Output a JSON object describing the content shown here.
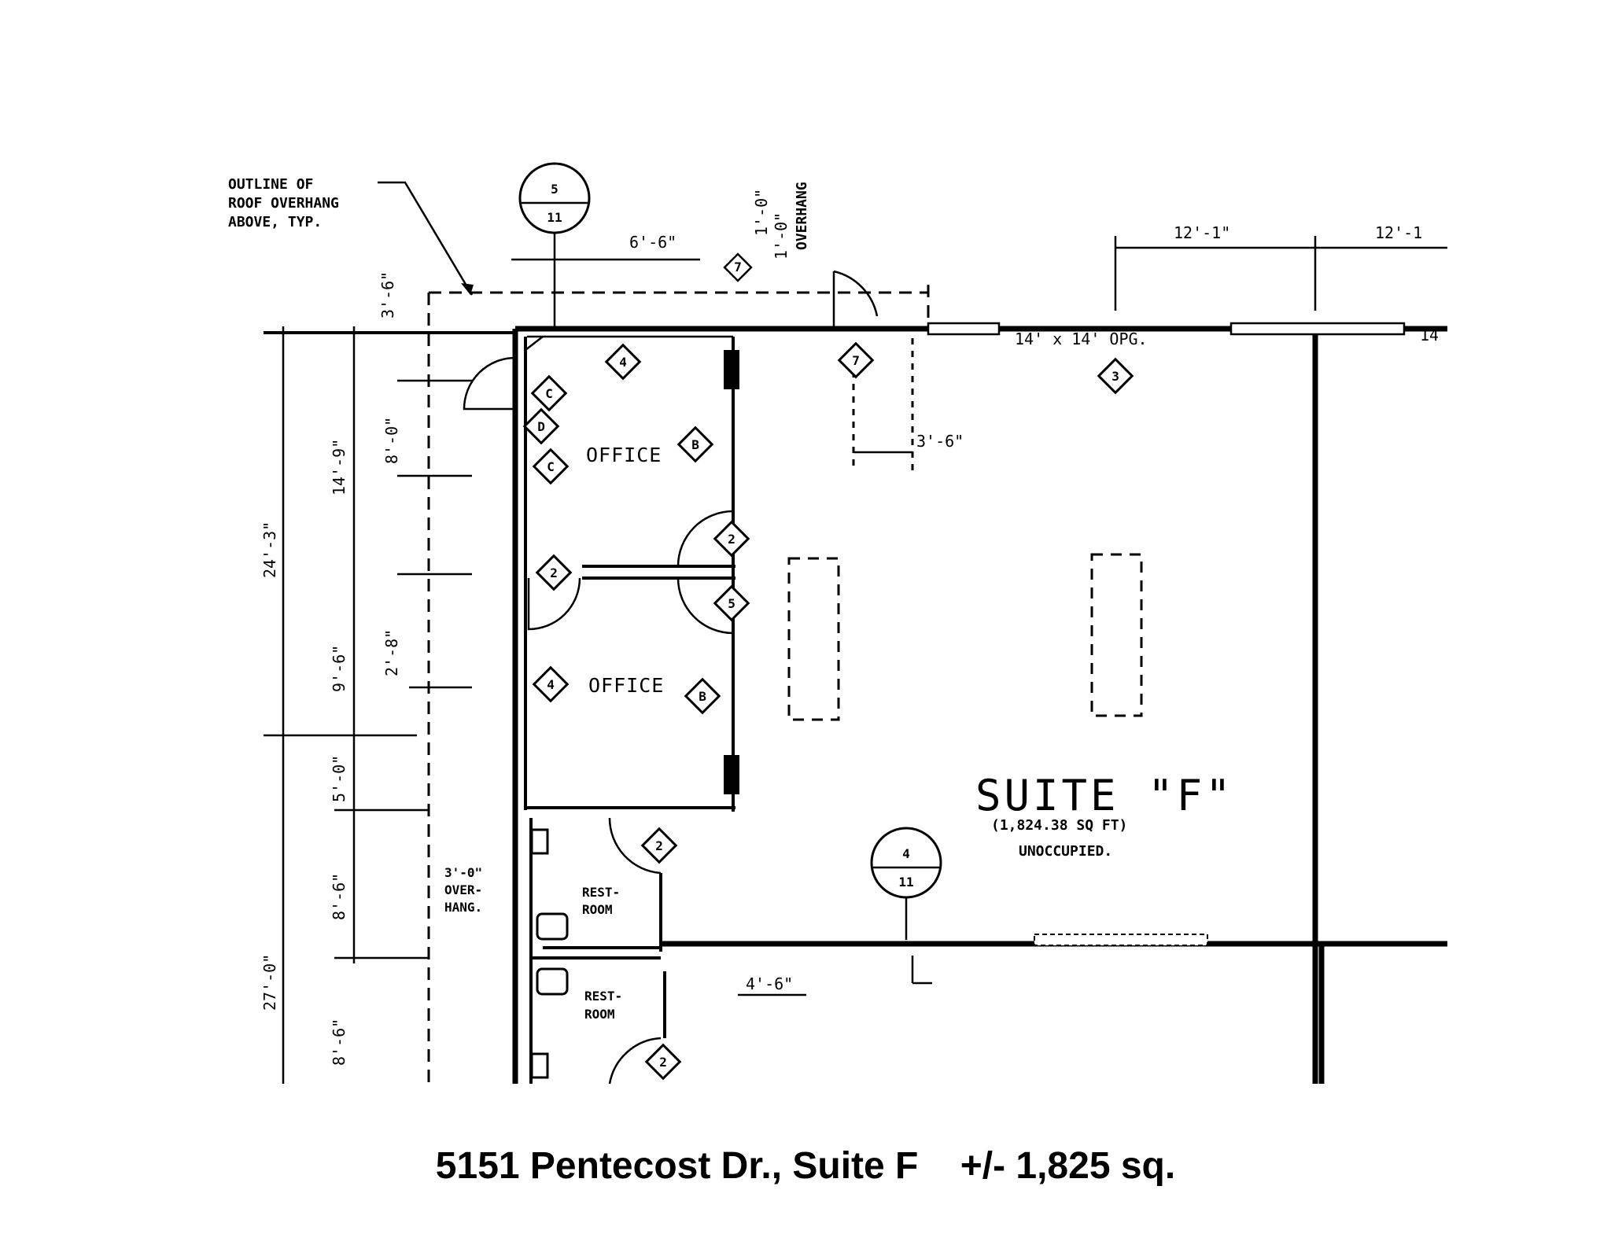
{
  "notes": {
    "roof_outline_1": "OUTLINE OF",
    "roof_outline_2": "ROOF OVERHANG",
    "roof_outline_3": "ABOVE, TYP.",
    "overhang_top": "OVERHANG",
    "overhang_side_1": "3'-0\"",
    "overhang_side_2": "OVER-",
    "overhang_side_3": "HANG.",
    "opening": "14' x 14' OPG.",
    "opening_cut": "14"
  },
  "rooms": {
    "office_1": "OFFICE",
    "office_2": "OFFICE",
    "restroom_1a": "REST-",
    "restroom_1b": "ROOM",
    "restroom_2a": "REST-",
    "restroom_2b": "ROOM"
  },
  "suite": {
    "name": "SUITE \"F\"",
    "area": "(1,824.38 SQ FT)",
    "status": "UNOCCUPIED."
  },
  "section_markers": [
    {
      "top": "5",
      "bottom": "11"
    },
    {
      "top": "4",
      "bottom": "11"
    }
  ],
  "door_tags": [
    "4",
    "C",
    "D",
    "C",
    "B",
    "2",
    "2",
    "5",
    "4",
    "B",
    "7",
    "3",
    "2",
    "2",
    "7"
  ],
  "dimensions": {
    "top_1": "6'-6\"",
    "top_2": "1'-0\"",
    "top_3": "1'-0\"",
    "top_4": "12'-1\"",
    "top_5": "12'-1",
    "left_1": "3'-6\"",
    "left_2": "14'-9\"",
    "left_3": "8'-0\"",
    "left_4": "24'-3\"",
    "left_5": "9'-6\"",
    "left_6": "2'-8\"",
    "left_7": "5'-0\"",
    "left_8": "8'-6\"",
    "left_9": "27'-0\"",
    "left_10": "8'-6\"",
    "inner_1": "3'-6\"",
    "inner_2": "4'-6\""
  },
  "caption": "5151 Pentecost Dr., Suite F    +/- 1,825 sq."
}
